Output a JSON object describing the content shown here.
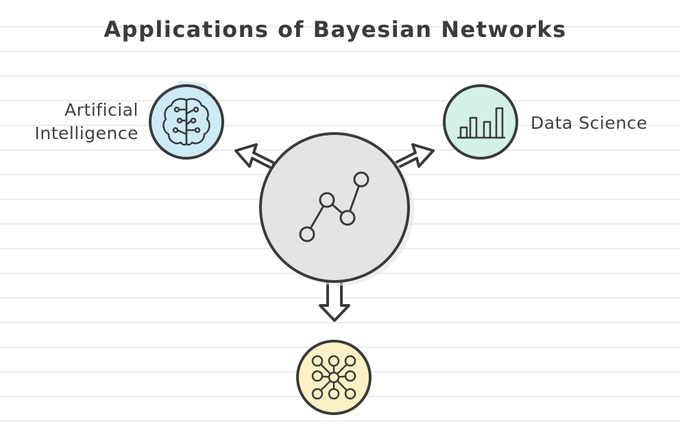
{
  "title": "Applications of Bayesian Networks",
  "center": {
    "icon": "graph-nodes-icon",
    "fill": "#e4e4e4"
  },
  "nodes": [
    {
      "label_lines": [
        "Artificial",
        "Intelligence"
      ],
      "icon": "brain-circuit-icon",
      "fill": "#cdeaf7"
    },
    {
      "label_lines": [
        "Data Science"
      ],
      "icon": "bar-chart-icon",
      "fill": "#d3f1e4"
    },
    {
      "label_lines": [],
      "icon": "network-graph-icon",
      "fill": "#fbf1c4"
    }
  ],
  "colors": {
    "stroke": "#3a3a3a",
    "text": "#3f3f3f"
  }
}
